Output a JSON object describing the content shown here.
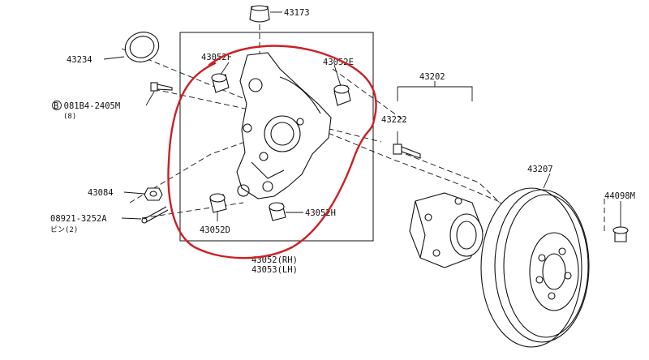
{
  "labels": {
    "p43173": "43173",
    "p43234": "43234",
    "p43052F": "43052F",
    "p43052E": "43052E",
    "p43202": "43202",
    "bolt_code": "B 081B4-2405M",
    "bolt_qty": "(8)",
    "p43222": "43222",
    "p43207": "43207",
    "p43084": "43084",
    "p44098M": "44098M",
    "pin_code": "08921-3252A",
    "pin_note": "ピン(2)",
    "p43052D": "43052D",
    "p43052H": "43052H",
    "knuckle_rh": "43052(RH)",
    "knuckle_lh": "43053(LH)"
  },
  "colors": {
    "line": "#111111",
    "highlight": "#cc1f24",
    "background": "#ffffff"
  }
}
